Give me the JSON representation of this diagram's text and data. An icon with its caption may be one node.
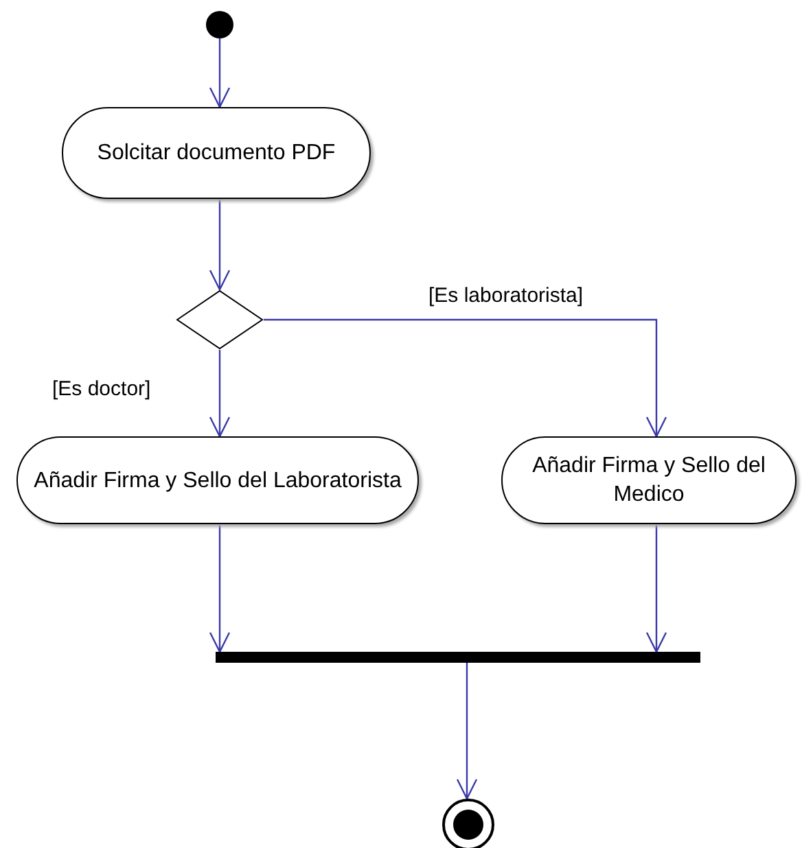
{
  "diagram": {
    "nodes": [
      {
        "text": [],
        "shape": "circle"
      },
      {
        "text": [
          "Solcitar documento PDF"
        ]
      },
      {
        "text": [],
        "shape": "diamond"
      },
      {
        "text": [
          "Añadir Firma y Sello del Laboratorista"
        ]
      },
      {
        "text": [
          "Añadir Firma y Sello del Medico"
        ]
      },
      {
        "text": [],
        "shape": "bar"
      },
      {
        "text": [],
        "shape": "circle"
      }
    ],
    "edges": [
      {
        "from": 0,
        "to": 1,
        "arrow": "to"
      },
      {
        "from": 1,
        "to": 2,
        "arrow": "to"
      },
      {
        "from": 2,
        "to": 4,
        "arrow": "to",
        "label": "[Es laboratorista]"
      },
      {
        "from": 2,
        "to": 3,
        "arrow": "to",
        "label": "[Es doctor]"
      },
      {
        "from": 3,
        "to": 5,
        "arrow": "to"
      },
      {
        "from": 4,
        "to": 5,
        "arrow": "to"
      },
      {
        "from": 5,
        "to": 6,
        "arrow": "to"
      }
    ]
  }
}
